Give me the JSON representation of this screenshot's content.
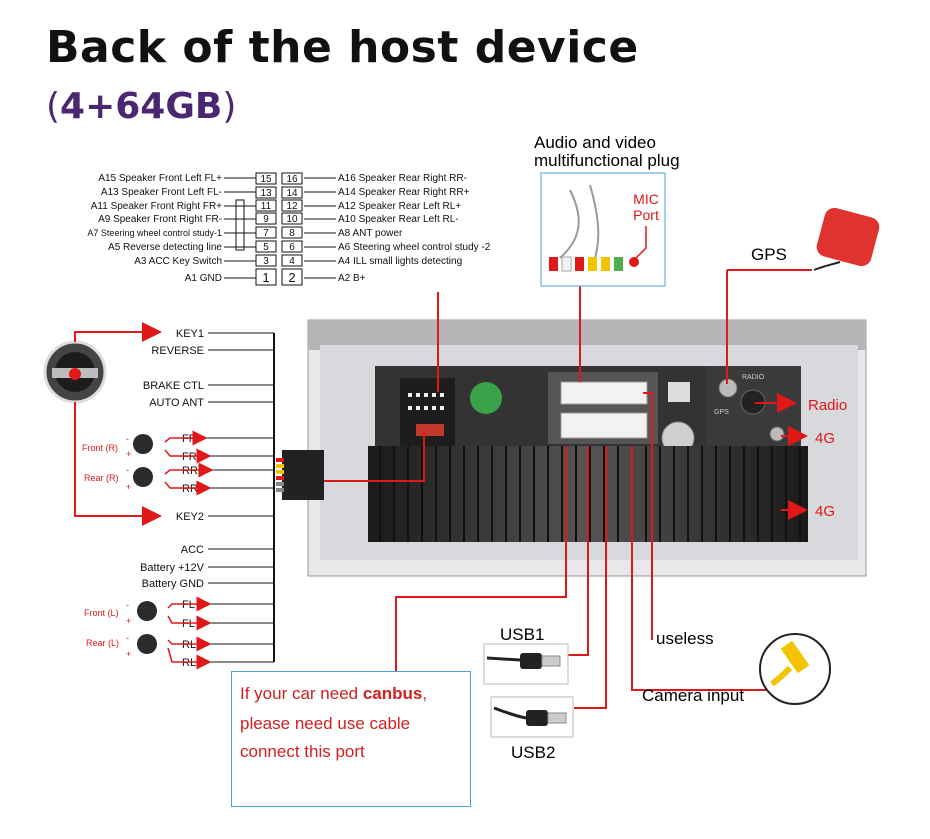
{
  "title": "Back of the host device",
  "subtitle_open": "(",
  "subtitle_core": "4+64GB",
  "subtitle_close": ")",
  "pin_left": [
    "A15  Speaker Front Left FL+",
    "A13  Speaker Front Left FL-",
    "A11  Speaker Front Right FR+",
    "A9  Speaker Front Right FR-",
    "A7  Steering wheel control study-1",
    "A5  Reverse detecting line",
    "A3 ACC Key Switch",
    "A1 GND"
  ],
  "pin_numbers_left": [
    "15",
    "13",
    "11",
    "9",
    "7",
    "5",
    "3",
    "1"
  ],
  "pin_numbers_right": [
    "16",
    "14",
    "12",
    "10",
    "8",
    "6",
    "4",
    "2"
  ],
  "pin_right": [
    "A16 Speaker Rear Right RR-",
    "A14 Speaker Rear Right RR+",
    "A12 Speaker Rear Left RL+",
    "A10 Speaker Rear Left RL-",
    "A8  ANT power",
    "A6  Steering wheel control study -2",
    "A4  ILL small lights detecting",
    "A2  B+"
  ],
  "harness_labels": [
    "KEY1",
    "REVERSE",
    "BRAKE CTL",
    "AUTO ANT",
    "FR-",
    "FR+",
    "RR-",
    "RR+",
    "KEY2",
    "ACC",
    "Battery +12V",
    "Battery GND",
    "FL -",
    "FL +",
    "RL -",
    "RL +"
  ],
  "speaker_labels": [
    "Front (R)",
    "Rear (R)",
    "Front (L)",
    "Rear (L)"
  ],
  "polarity": [
    "-",
    "+"
  ],
  "av_plug": [
    "Audio and video",
    "multifunctional plug"
  ],
  "mic_port": [
    "MIC",
    "Port"
  ],
  "gps": "GPS",
  "radio": "Radio",
  "radio_panel": "RADIO",
  "gps_panel": "GPS",
  "fourg": [
    "4G",
    "4G"
  ],
  "fourg_panel": [
    "4G",
    "4G"
  ],
  "usb1": "USB1",
  "usb2": "USB2",
  "useless": "useless",
  "camera_input": "Camera input",
  "canbus": {
    "line1_pre": "If your car need ",
    "line1_bold": "canbus",
    "line1_post": ",",
    "line2": "please need use cable",
    "line3": "connect this port"
  },
  "colors": {
    "accent_red": "#e01818",
    "purple": "#4a2770",
    "box_blue": "#4aa3d8"
  }
}
